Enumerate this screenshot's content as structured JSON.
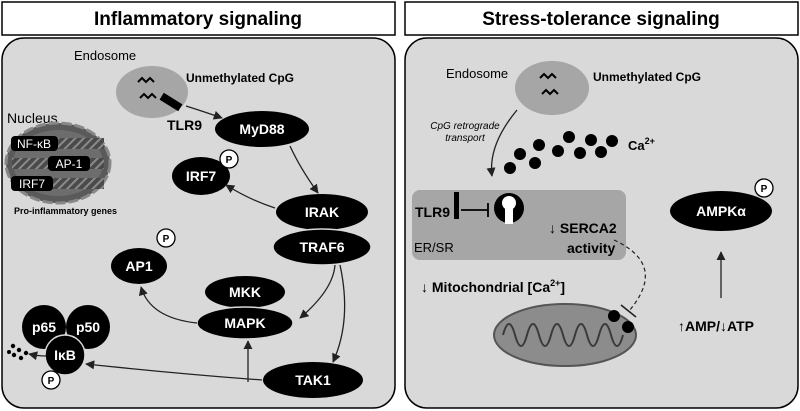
{
  "panels": {
    "left": {
      "title": "Inflammatory signaling",
      "endosome": "Endosome",
      "cpg": "Unmethylated CpG",
      "tlr9": "TLR9",
      "nucleus": "Nucleus",
      "nfkb": "NF-κB",
      "ap1_gene": "AP-1",
      "irf7_gene": "IRF7",
      "genes_caption": "Pro-inflammatory genes",
      "myd88": "MyD88",
      "irf7": "IRF7",
      "irak": "IRAK",
      "traf6": "TRAF6",
      "ap1": "AP1",
      "mkk": "MKK",
      "mapk": "MAPK",
      "p65": "p65",
      "p50": "p50",
      "ikb": "IκB",
      "tak1": "TAK1",
      "phospho": "P"
    },
    "right": {
      "title": "Stress-tolerance signaling",
      "endosome": "Endosome",
      "cpg": "Unmethylated CpG",
      "transport_line1": "CpG retrograde",
      "transport_line2": "transport",
      "tlr9": "TLR9",
      "ca": "Ca",
      "ca_sup": "2+",
      "serca_line1": "↓ SERCA2",
      "serca_line2": "activity",
      "er_sr": "ER/SR",
      "mito_pre": "↓ Mitochondrial [Ca",
      "mito_sup": "2+",
      "mito_post": "]",
      "ampk": "AMPKα",
      "amp_atp": "↑AMP/↓ATP",
      "phospho": "P"
    }
  }
}
